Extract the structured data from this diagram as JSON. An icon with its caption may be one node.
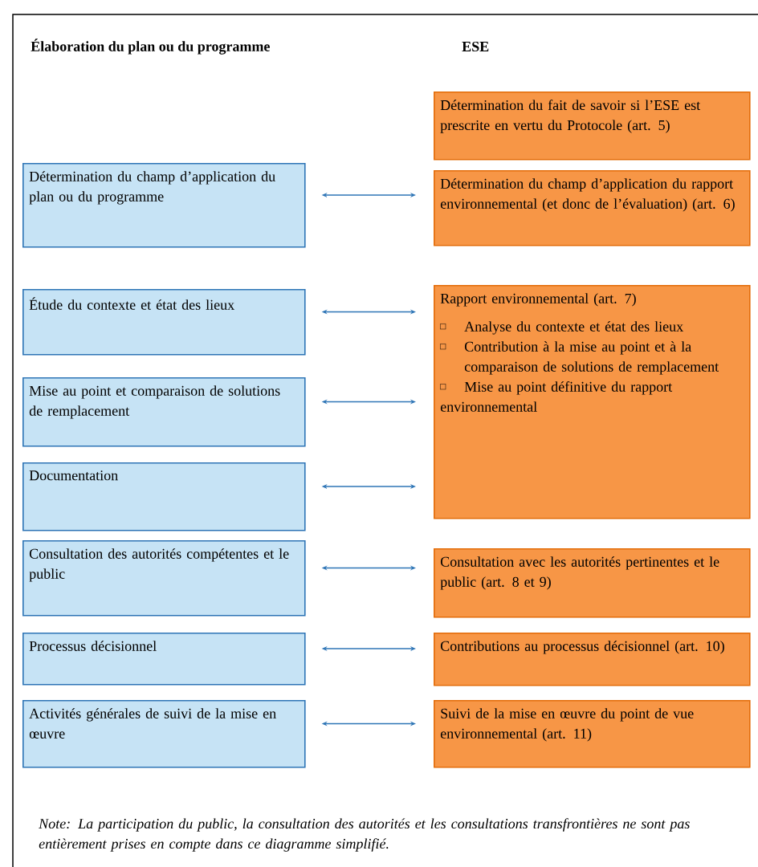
{
  "diagram": {
    "nodes": [
      {
        "text": [
          "Détermination du fait de savoir si l’ESE est prescrite en vertu du Protocole (art. 5)"
        ]
      },
      {
        "text": [
          "Détermination du champ d’application du plan ou du programme"
        ]
      },
      {
        "text": [
          "Détermination du champ d’application du rapport environnemental (et donc de l’évaluation) (art. 6)"
        ]
      },
      {
        "text": [
          "Étude du contexte et état des lieux"
        ]
      },
      {
        "text": [
          "Rapport environnemental (art. 7)",
          "Analyse du contexte et état des lieux",
          "Contribution à la mise au point et à la comparaison de solutions de remplacement",
          "Mise au point définitive du rapport environnemental"
        ]
      },
      {
        "text": [
          "Mise au point et comparaison de solutions de remplacement"
        ]
      },
      {
        "text": [
          "Documentation"
        ]
      },
      {
        "text": [
          "Consultation des autorités compétentes et le public"
        ]
      },
      {
        "text": [
          "Consultation avec les autorités pertinentes et le public (art. 8 et 9)"
        ]
      },
      {
        "text": [
          "Processus décisionnel"
        ]
      },
      {
        "text": [
          "Contributions au processus décisionnel (art. 10)"
        ]
      },
      {
        "text": [
          "Activités générales de suivi de la mise en œuvre"
        ]
      },
      {
        "text": [
          "Suivi de la mise en œuvre du point de vue environnemental (art. 11)"
        ]
      }
    ],
    "edges": [
      {
        "from": 1,
        "to": 2,
        "arrow": "both"
      },
      {
        "from": 3,
        "to": 4,
        "arrow": "both"
      },
      {
        "from": 5,
        "to": 4,
        "arrow": "both"
      },
      {
        "from": 6,
        "to": 4,
        "arrow": "both"
      },
      {
        "from": 7,
        "to": 8,
        "arrow": "both"
      },
      {
        "from": 9,
        "to": 10,
        "arrow": "both"
      },
      {
        "from": 11,
        "to": 12,
        "arrow": "both"
      }
    ],
    "labels": [
      "Élaboration du plan ou du programme",
      "ESE",
      "Note: La participation du public, la consultation des autorités et les consultations transfrontières ne sont pas entièrement prises en compte dans ce diagramme simplifié."
    ]
  }
}
